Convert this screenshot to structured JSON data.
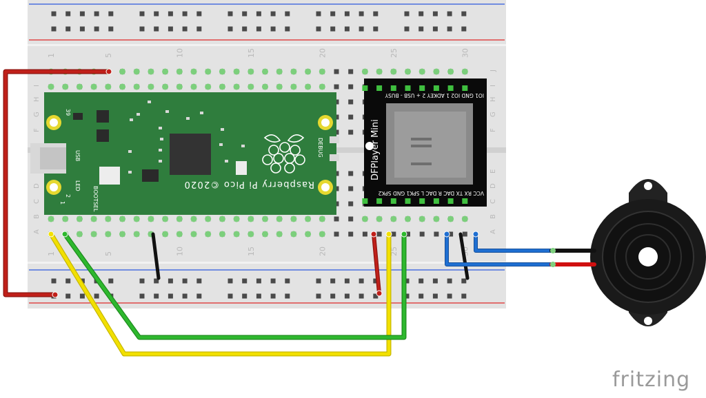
{
  "breadboard": {
    "column_numbers": [
      "1",
      "5",
      "10",
      "15",
      "20",
      "25",
      "30"
    ],
    "row_letters_top": [
      "J",
      "I",
      "H",
      "G",
      "F"
    ],
    "row_letters_bottom": [
      "E",
      "D",
      "C",
      "B",
      "A"
    ]
  },
  "pico": {
    "name": "Raspberry Pi Pico ©2020",
    "labels": {
      "usb": "USB",
      "led": "LED",
      "bootsel": "BOOTSEL",
      "debug": "DEBUG",
      "pin1": "1",
      "pin2": "2",
      "pin39": "39"
    }
  },
  "dfplayer": {
    "name": "DFPlayer Mini",
    "top_pins": [
      "IO1",
      "GND",
      "IO2",
      "ADKEY 1",
      "ADKEY 2",
      "USB +",
      "USB -",
      "BUSY"
    ],
    "top_pins_display": "IO1  GND  IO2  1 ADKEY 2  +  USB  -  BUSY",
    "bottom_pins_display": "VCC   RX    TX  DAC R  DAC L  SPK1  GND  SPK2"
  },
  "wires": {
    "colors": {
      "red": "#c0201a",
      "yellow": "#f2e000",
      "green": "#2eb82e",
      "black": "#1a1a1a",
      "blue": "#1f6fd1"
    }
  },
  "buzzer": {
    "name": "piezo-buzzer"
  },
  "branding": {
    "text": "fritzing"
  }
}
